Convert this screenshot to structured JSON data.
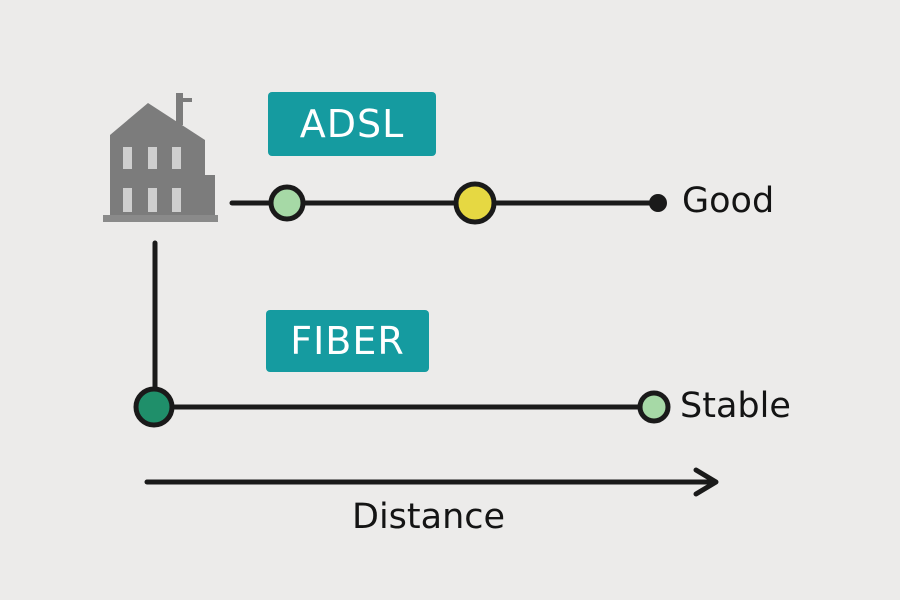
{
  "diagram": {
    "adsl": {
      "label": "ADSL",
      "end_label": "Good",
      "tag_color": "#159ba0",
      "node_colors": [
        "#a6d9a6",
        "#e6d842"
      ]
    },
    "fiber": {
      "label": "FIBER",
      "end_label": "Stable",
      "tag_color": "#159ba0",
      "node_colors": [
        "#1f8f6a",
        "#a6d9a6"
      ]
    },
    "axis": {
      "label": "Distance"
    },
    "source_icon": "house-icon",
    "line_color": "#1a1a1a"
  }
}
